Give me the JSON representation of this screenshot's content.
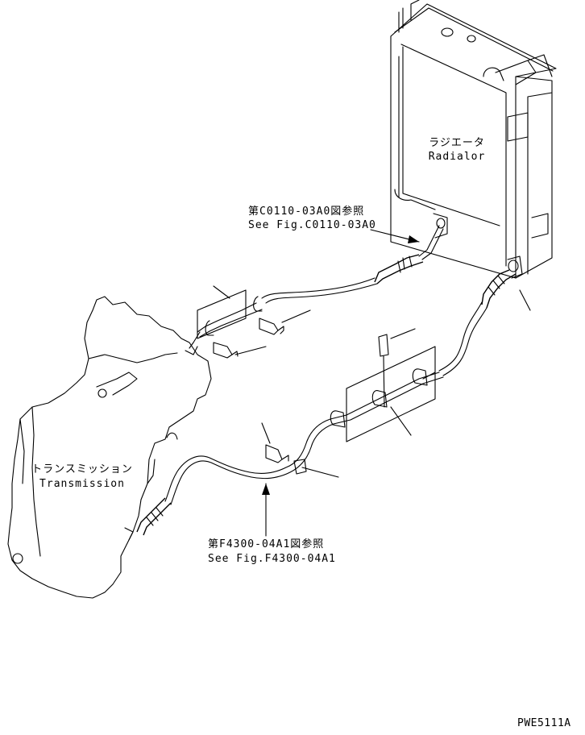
{
  "labels": {
    "radiator_jp": "ラジエータ",
    "radiator_en": "Radialor",
    "transmission_jp": "トランスミッション",
    "transmission_en": "Transmission",
    "ref_top_jp": "第C0110-03A0図参照",
    "ref_top_en": "See Fig.C0110-03A0",
    "ref_bottom_jp": "第F4300-04A1図参照",
    "ref_bottom_en": "See Fig.F4300-04A1",
    "drawing_code": "PWE5111A"
  }
}
